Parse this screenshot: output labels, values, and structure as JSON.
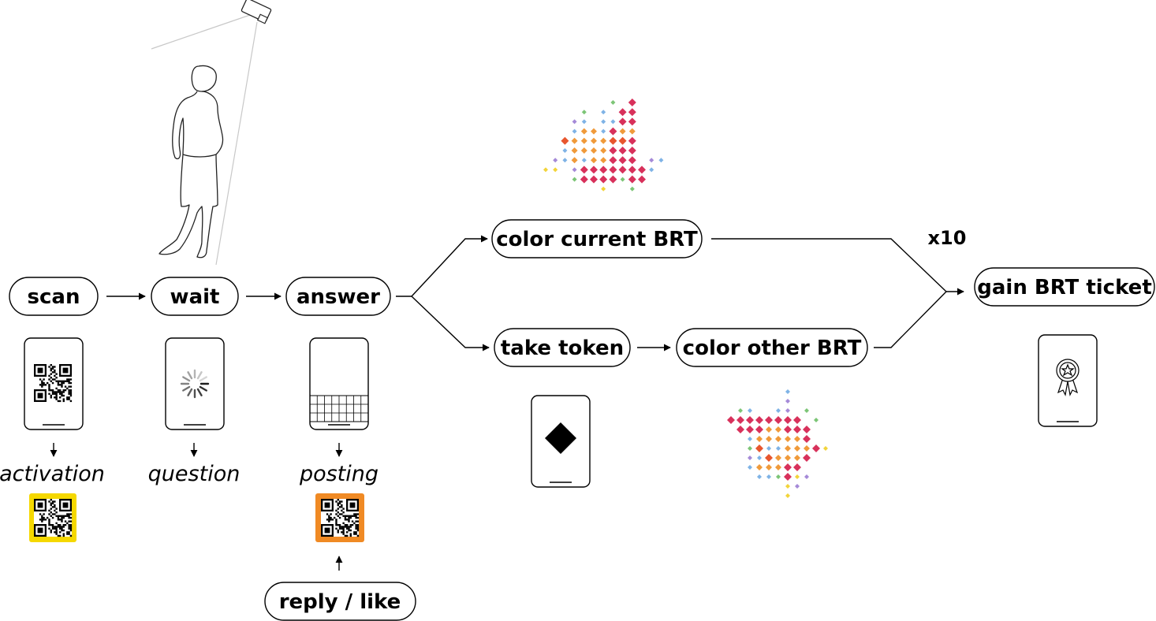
{
  "nodes": {
    "scan": "scan",
    "wait": "wait",
    "answer": "answer",
    "color_current": "color current BRT",
    "take_token": "take token",
    "color_other": "color other BRT",
    "gain_ticket": "gain BRT ticket",
    "reply_like": "reply / like"
  },
  "captions": {
    "activation": "activation",
    "question": "question",
    "posting": "posting"
  },
  "multiplier": "x10",
  "colors": {
    "activation_qr_bg": "#f5d800",
    "posting_qr_bg": "#f08a24",
    "mosaic_palette": [
      "#d8315b",
      "#e8562e",
      "#f09a3a",
      "#7fb3e6",
      "#a58ad8",
      "#f2d43a",
      "#7cc576"
    ]
  },
  "icons": {
    "camera": "camera-icon",
    "person": "person-icon",
    "qr": "qr-code-icon",
    "spinner": "loading-spinner-icon",
    "keyboard": "keyboard-icon",
    "token": "diamond-token-icon",
    "ribbon": "award-ribbon-icon"
  }
}
